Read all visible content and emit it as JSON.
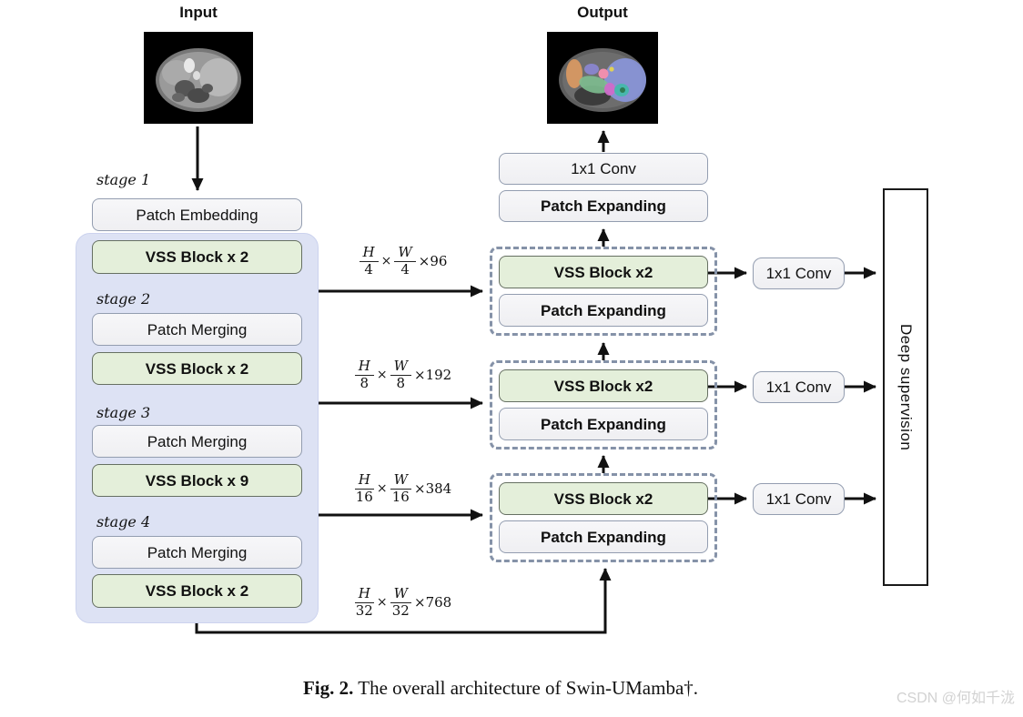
{
  "input": {
    "label": "Input"
  },
  "output": {
    "label": "Output"
  },
  "encoder": {
    "stages": [
      {
        "stage": "stage 1",
        "top_box": "Patch Embedding",
        "vss": "VSS Block x 2"
      },
      {
        "stage": "stage 2",
        "top_box": "Patch Merging",
        "vss": "VSS Block x 2"
      },
      {
        "stage": "stage 3",
        "top_box": "Patch Merging",
        "vss": "VSS Block x 9"
      },
      {
        "stage": "stage 4",
        "top_box": "Patch Merging",
        "vss": "VSS Block x 2"
      }
    ]
  },
  "decoder": {
    "final_conv": "1x1 Conv",
    "final_expand": "Patch Expanding",
    "blocks": [
      {
        "vss": "VSS Block x2",
        "expand": "Patch Expanding"
      },
      {
        "vss": "VSS Block x2",
        "expand": "Patch Expanding"
      },
      {
        "vss": "VSS Block x2",
        "expand": "Patch Expanding"
      }
    ]
  },
  "skip_labels": [
    {
      "h": "H",
      "w": "W",
      "den": "4",
      "times": "×",
      "channels": "×96"
    },
    {
      "h": "H",
      "w": "W",
      "den": "8",
      "times": "×",
      "channels": "×192"
    },
    {
      "h": "H",
      "w": "W",
      "den": "16",
      "times": "×",
      "channels": "×384"
    },
    {
      "h": "H",
      "w": "W",
      "den": "32",
      "times": "×",
      "channels": "×768"
    }
  ],
  "supervision": {
    "convs": [
      "1x1 Conv",
      "1x1 Conv",
      "1x1 Conv"
    ],
    "label": "Deep supervision"
  },
  "caption": {
    "prefix": "Fig. 2.",
    "text": " The overall architecture of Swin-UMamba†."
  },
  "watermark": "CSDN @何如千泷",
  "colors": {
    "vss_bg": "#e4efda",
    "box_bg": "#f3f3f5",
    "encoder_bg": "#dde2f4",
    "dashed_border": "#8592a8",
    "line": "#111111"
  }
}
